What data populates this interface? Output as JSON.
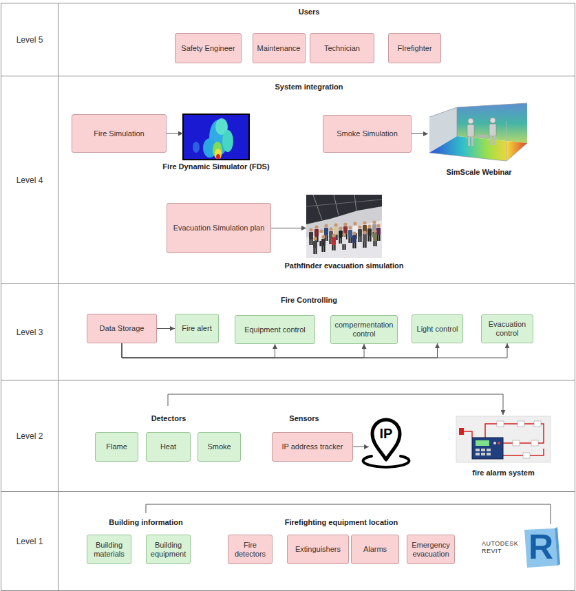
{
  "diagram": {
    "nodes": [
      {
        "text": [
          "Level 5",
          "Users"
        ]
      },
      {
        "text": [
          "Safety Engineer"
        ],
        "in": 0
      },
      {
        "text": [
          "Maintenance"
        ],
        "in": 0
      },
      {
        "text": [
          "Technician"
        ],
        "in": 0
      },
      {
        "text": [
          "FIrefighter"
        ],
        "in": 0
      },
      {
        "text": [
          "Level 4",
          "System integration"
        ]
      },
      {
        "text": [
          "Fire Simulation"
        ],
        "in": 5
      },
      {
        "text": [
          "Fire Dynamic Simulator (FDS)"
        ],
        "in": 5
      },
      {
        "text": [
          "Smoke Simulation"
        ],
        "in": 5
      },
      {
        "text": [
          "SimScale Webinar"
        ],
        "in": 5
      },
      {
        "text": [
          "Evacuation Simulation plan"
        ],
        "in": 5
      },
      {
        "text": [
          "Pathfinder evacuation simulation"
        ],
        "in": 5
      },
      {
        "text": [
          "Level 3",
          "Fire Controlling"
        ]
      },
      {
        "text": [
          "Data Storage"
        ],
        "in": 12
      },
      {
        "text": [
          "Fire alert"
        ],
        "in": 12
      },
      {
        "text": [
          "Equipment control"
        ],
        "in": 12
      },
      {
        "text": [
          "compermentation control"
        ],
        "in": 12
      },
      {
        "text": [
          "Light control"
        ],
        "in": 12
      },
      {
        "text": [
          "Evacuation control"
        ],
        "in": 12
      },
      {
        "text": [
          "Level 2"
        ]
      },
      {
        "text": [
          "Flame"
        ],
        "in": 19
      },
      {
        "text": [
          "Heat"
        ],
        "in": 19
      },
      {
        "text": [
          "Smoke"
        ],
        "in": 19
      },
      {
        "text": [
          "IP address tracker"
        ],
        "in": 19
      },
      {
        "text": [
          "IP"
        ],
        "in": 19
      },
      {
        "text": [
          "fire alarm system"
        ],
        "in": 19
      },
      {
        "text": [
          "Level 1"
        ]
      },
      {
        "text": [
          "Building materials"
        ],
        "in": 26
      },
      {
        "text": [
          "Building equipment"
        ],
        "in": 26
      },
      {
        "text": [
          "Fire detectors"
        ],
        "in": 26
      },
      {
        "text": [
          "Extinguishers"
        ],
        "in": 26
      },
      {
        "text": [
          "Alarms"
        ],
        "in": 26
      },
      {
        "text": [
          "Emergency evacuation"
        ],
        "in": 26
      },
      {
        "text": [
          "AUTODESK REVIT",
          "R"
        ],
        "in": 26
      }
    ],
    "edges": [
      {
        "from": 6,
        "to": 7,
        "arrow": "to"
      },
      {
        "from": 8,
        "to": 9,
        "arrow": "to"
      },
      {
        "from": 10,
        "to": 11,
        "arrow": "to"
      },
      {
        "from": 13,
        "to": 14,
        "arrow": "to"
      },
      {
        "from": 13,
        "to": 15,
        "arrow": "to"
      },
      {
        "from": 13,
        "to": 16,
        "arrow": "to"
      },
      {
        "from": 13,
        "to": 17,
        "arrow": "to"
      },
      {
        "from": 13,
        "to": 18,
        "arrow": "to"
      },
      {
        "from": 23,
        "to": 24,
        "arrow": "to"
      }
    ],
    "labels": [
      "Detectors",
      "Sensors",
      "Building information",
      "Firefighting equipment location"
    ]
  }
}
